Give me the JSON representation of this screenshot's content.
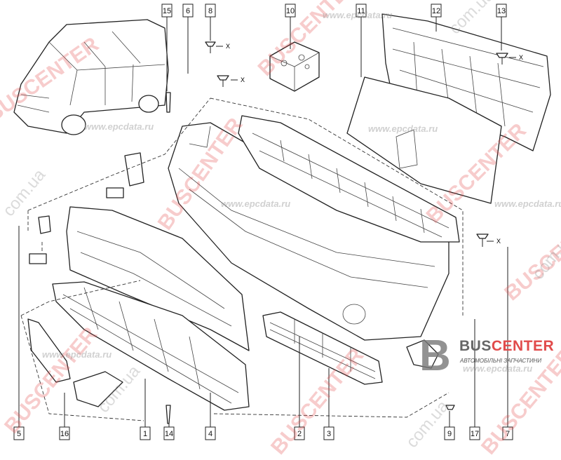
{
  "diagram": {
    "part_labels_top": [
      "15",
      "6",
      "8",
      "10",
      "11",
      "12",
      "13"
    ],
    "part_labels_bottom": [
      "5",
      "16",
      "1",
      "14",
      "4",
      "2",
      "3",
      "9",
      "17",
      "7"
    ],
    "fastener_axis_marks": [
      "X",
      "X",
      "X",
      "X"
    ]
  },
  "watermarks": {
    "brand": "BUSCENTER",
    "site": "www.epcdata.ru",
    "domain": "com.ua"
  },
  "logo": {
    "letter": "B",
    "name_part1": "BUS",
    "name_part2": "CENTER",
    "tagline": "АВТОМОБІЛЬНІ ЗАПЧАСТИНИ"
  },
  "colors": {
    "brand_red": "#e14b4b",
    "brand_grey": "#666666"
  }
}
